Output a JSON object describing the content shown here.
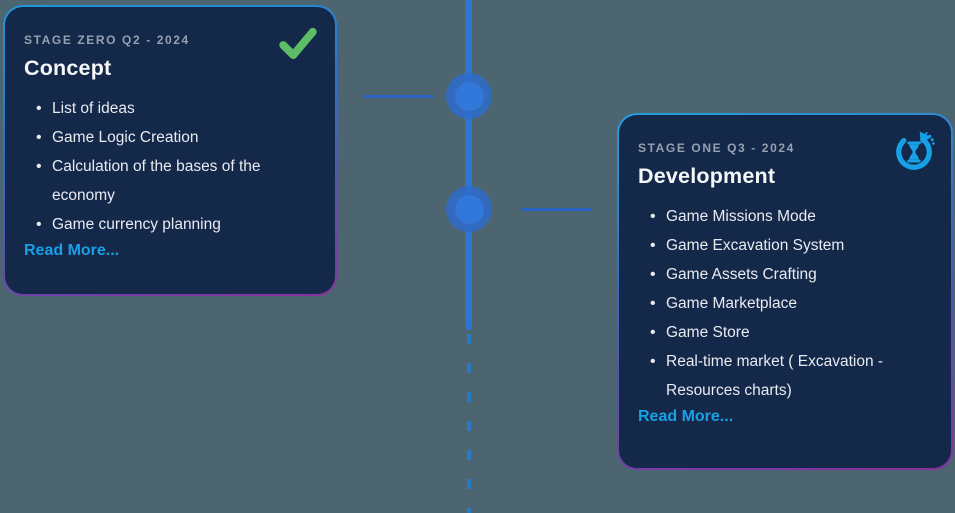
{
  "page": {
    "background_color": "#4d6571"
  },
  "timeline": {
    "line_color": "#2e74d0",
    "dashed_line_color": "#2b79c6",
    "dot_outer_color": "rgba(46,108,202,0.85)",
    "dot_inner_color": "#3277da",
    "connector_color": "#2a63c4"
  },
  "colors": {
    "card_background": "#14284a",
    "accent_blue": "#18a0e6",
    "check_green": "#5ebc66",
    "border_gradient_top": "#25a0de",
    "border_gradient_bottom": "#8a2f9e",
    "stage_label_gray": "#96a0b0"
  },
  "cards": [
    {
      "stage_label": "STAGE ZERO Q2 - 2024",
      "title": "Concept",
      "status_icon": "check-icon",
      "items": [
        "List of ideas",
        "Game Logic Creation",
        "Calculation of the bases of the economy",
        "Game currency planning"
      ],
      "read_more_label": "Read More..."
    },
    {
      "stage_label": "STAGE ONE Q3 - 2024",
      "title": "Development",
      "status_icon": "in-progress-icon",
      "items": [
        "Game Missions Mode",
        "Game Excavation System",
        "Game Assets Crafting",
        "Game Marketplace",
        "Game Store",
        "Real-time market ( Excavation - Resources charts)"
      ],
      "read_more_label": "Read More..."
    }
  ]
}
